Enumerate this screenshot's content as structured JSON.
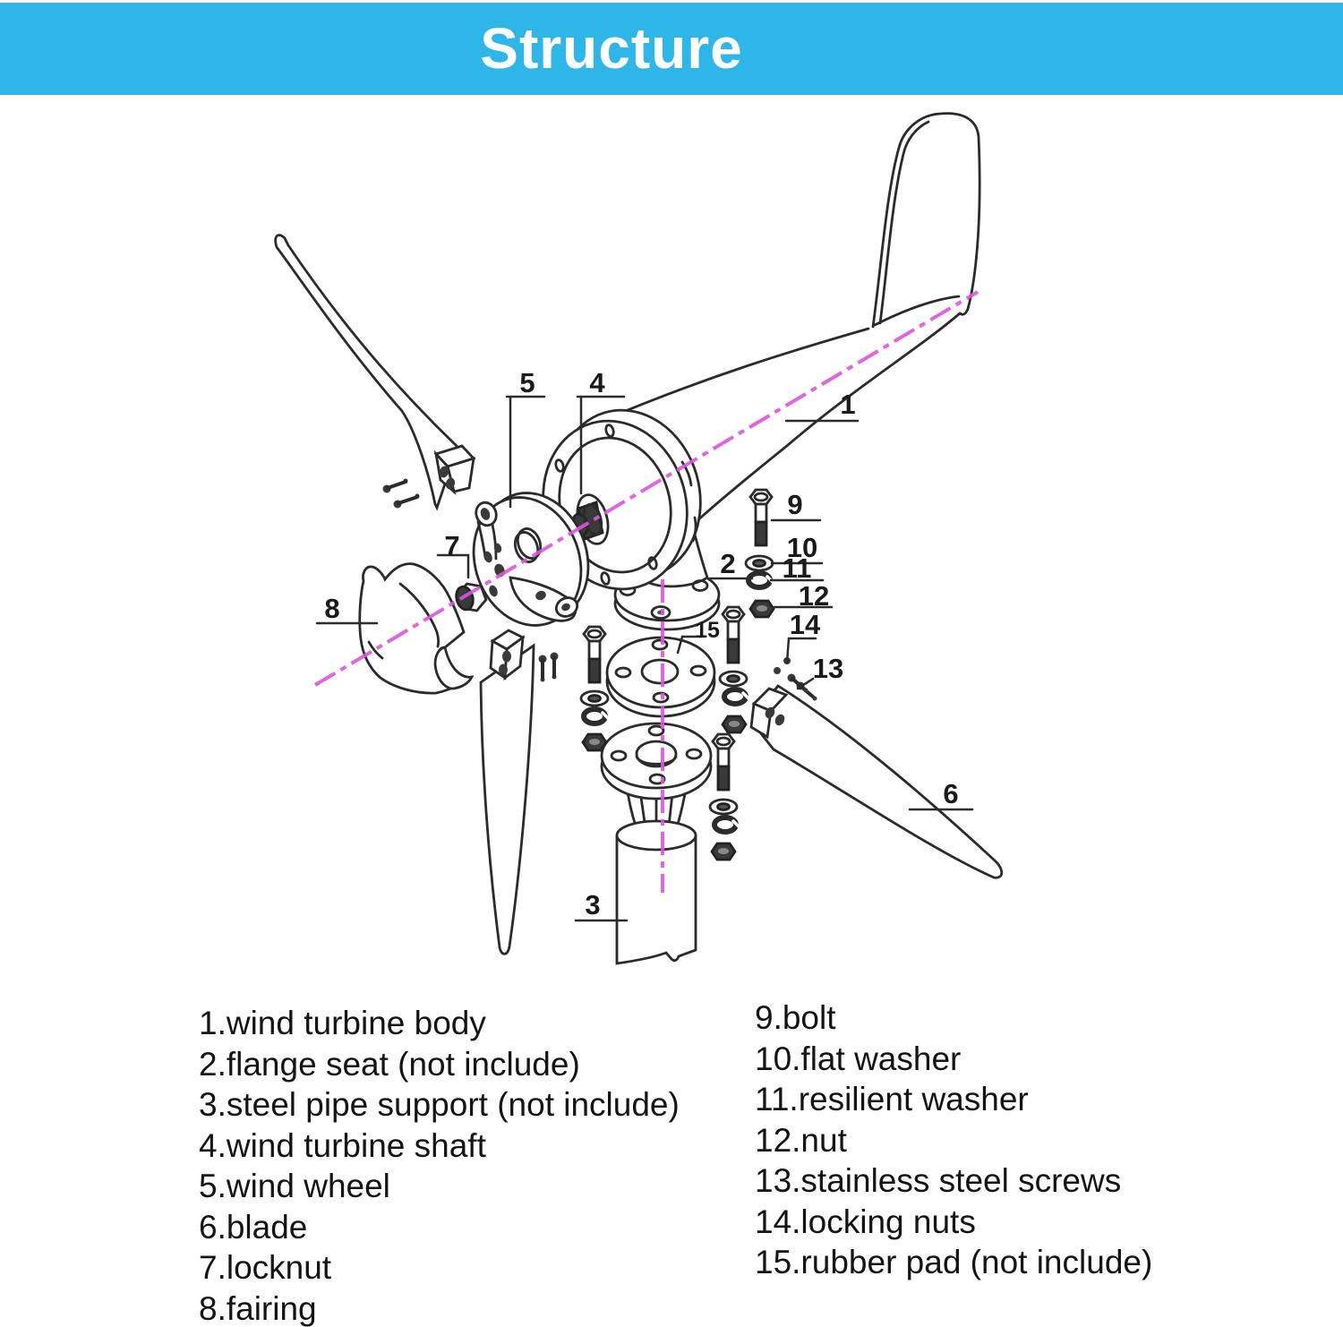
{
  "header": {
    "title": "Structure"
  },
  "colors": {
    "banner_bg": "#2fb6e9",
    "banner_text": "#ffffff",
    "line_color": "#2b2b2b",
    "centerline_color": "#dd55dd",
    "legend_text": "#141414"
  },
  "diagram": {
    "labels": [
      "1",
      "2",
      "3",
      "4",
      "5",
      "6",
      "7",
      "8",
      "9",
      "10",
      "11",
      "12",
      "13",
      "14",
      "15"
    ]
  },
  "legend": {
    "left": [
      "1.wind turbine body",
      "2.flange seat (not include)",
      "3.steel pipe support (not include)",
      "4.wind turbine shaft",
      "5.wind wheel",
      "6.blade",
      "7.locknut",
      "8.fairing"
    ],
    "right": [
      "9.bolt",
      "10.flat washer",
      "11.resilient washer",
      "12.nut",
      "13.stainless steel screws",
      "14.locking nuts",
      "15.rubber pad (not include)"
    ]
  }
}
